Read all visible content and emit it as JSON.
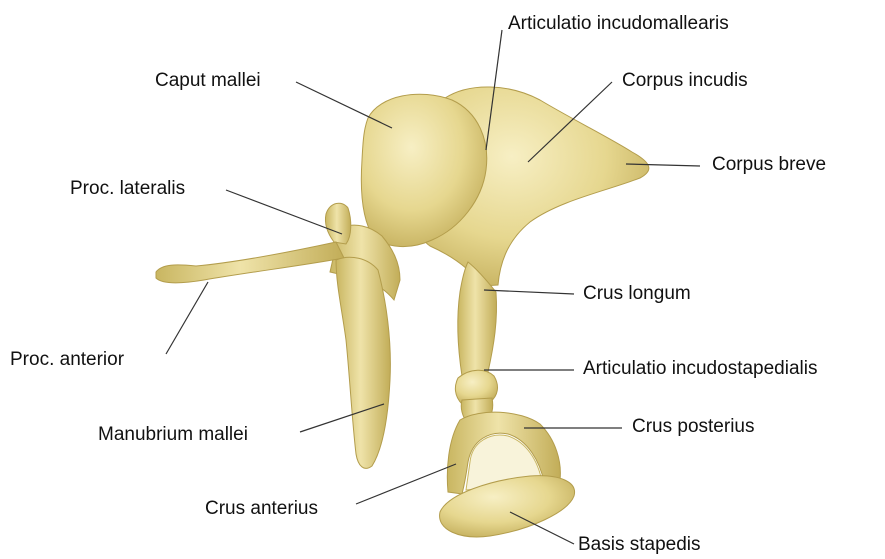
{
  "colors": {
    "bone_fill": "#e6d78f",
    "bone_shade": "#c9b661",
    "bone_light": "#f4eab8",
    "leader_line": "#333333",
    "label_text": "#111111"
  },
  "labels": {
    "articulatio_incudomallearis": "Articulatio incudomallearis",
    "caput_mallei": "Caput mallei",
    "corpus_incudis": "Corpus incudis",
    "corpus_breve": "Corpus breve",
    "proc_lateralis": "Proc. lateralis",
    "crus_longum": "Crus longum",
    "proc_anterior": "Proc. anterior",
    "articulatio_incudostapedialis": "Articulatio incudostapedialis",
    "manubrium_mallei": "Manubrium mallei",
    "crus_posterius": "Crus posterius",
    "crus_anterius": "Crus anterius",
    "basis_stapedis": "Basis stapedis"
  }
}
